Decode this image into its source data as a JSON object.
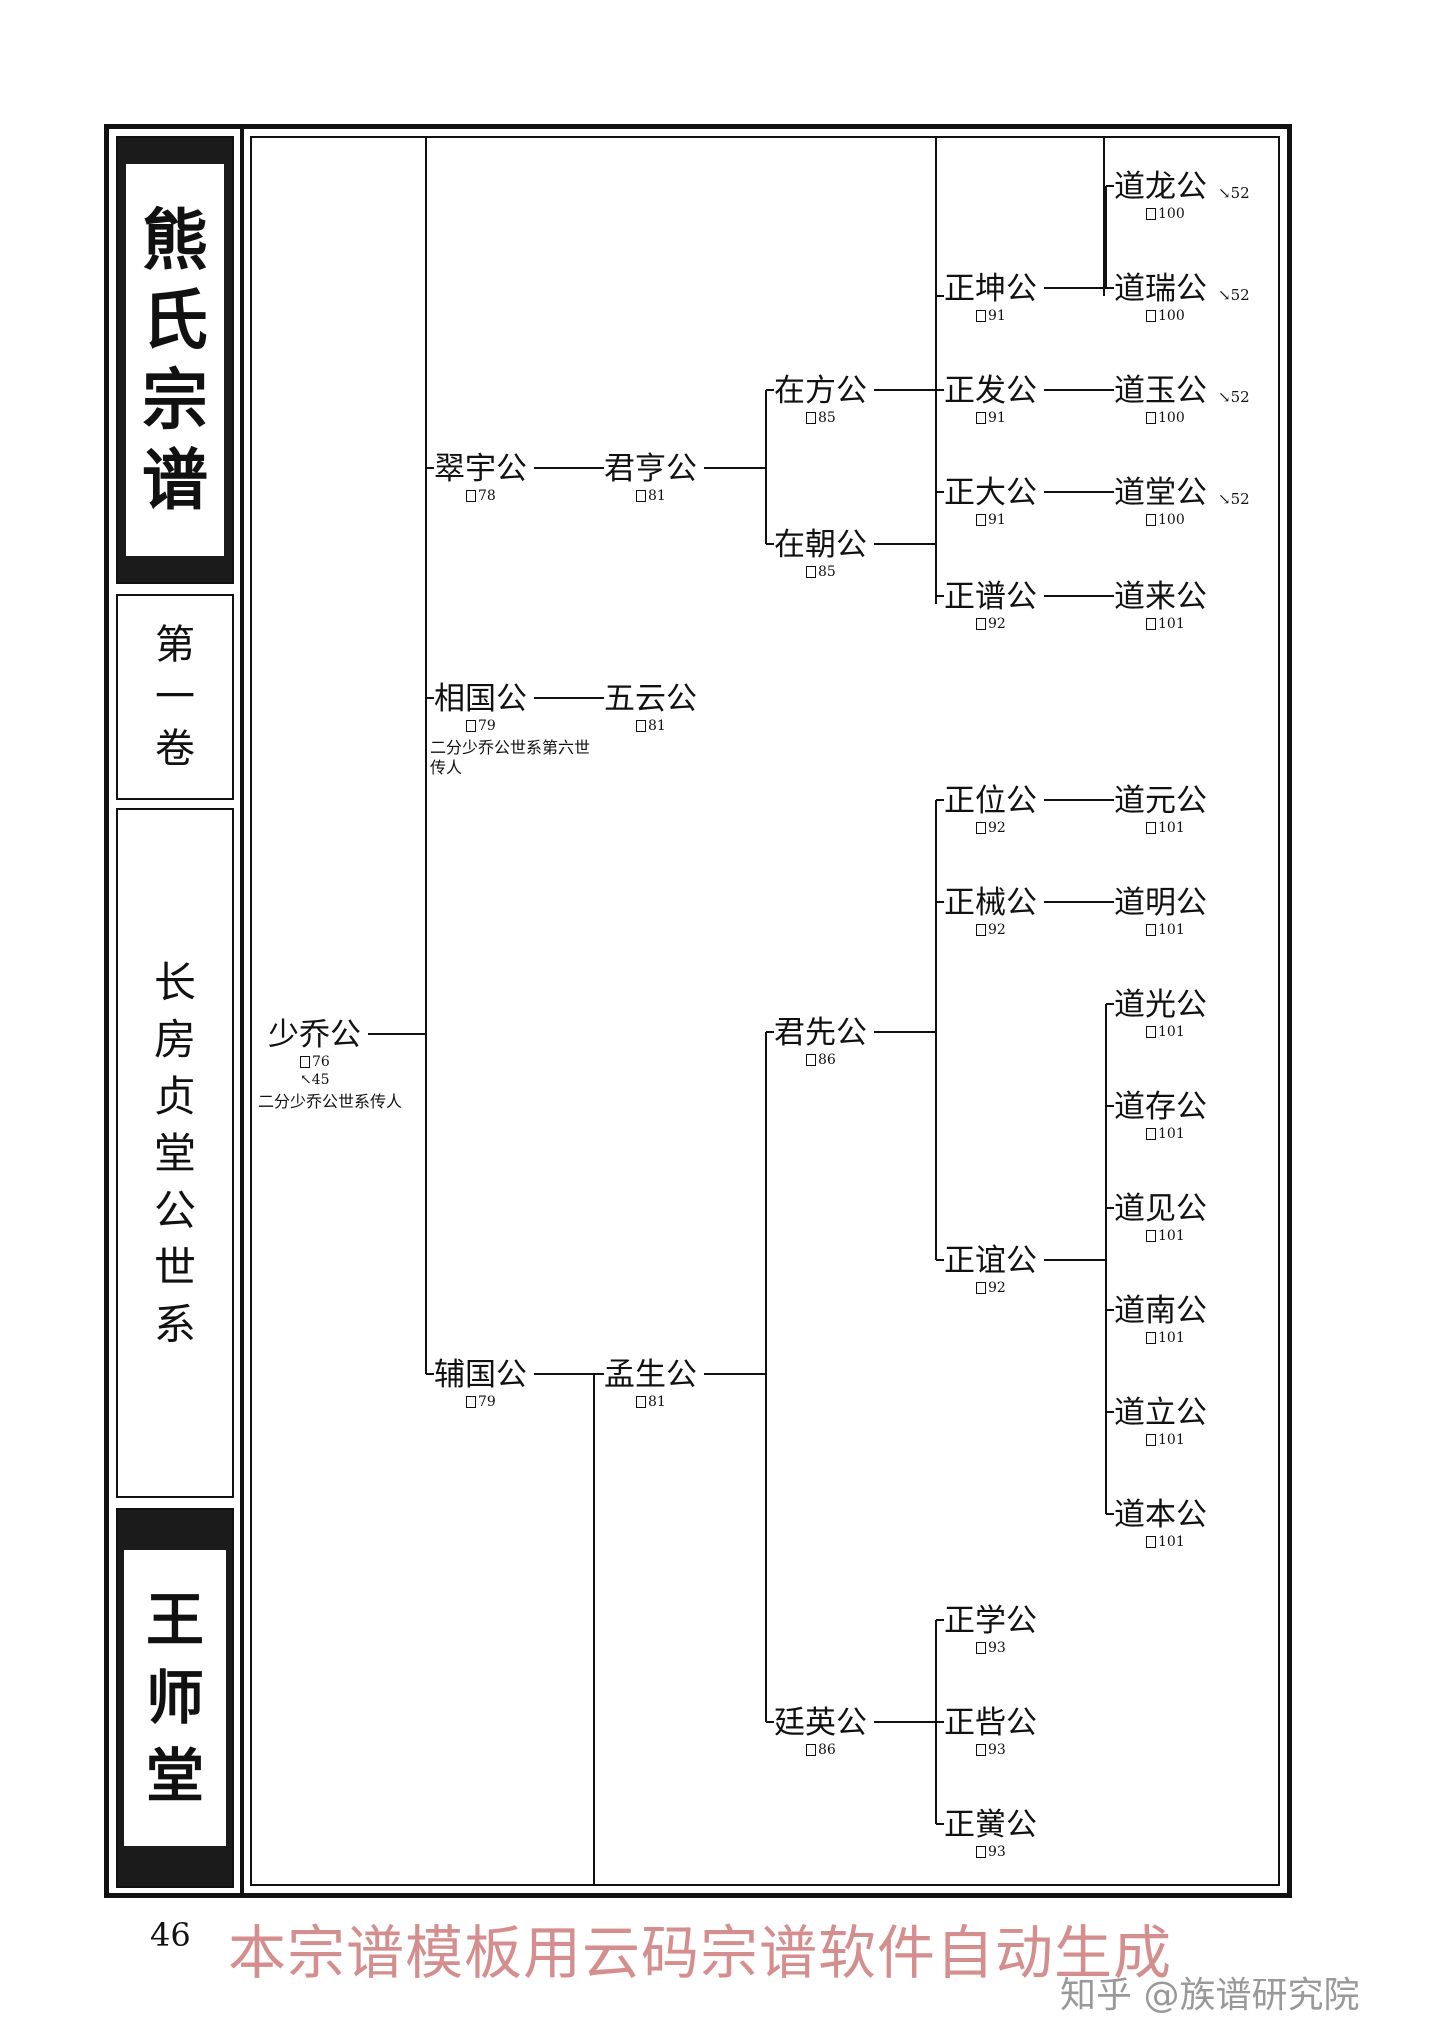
{
  "sidebar": {
    "title_chars": [
      "熊",
      "氏",
      "宗",
      "谱"
    ],
    "volume_chars": [
      "第",
      "一",
      "卷"
    ],
    "branch_chars": [
      "长",
      "房",
      "贞",
      "堂",
      "公",
      "世",
      "系"
    ],
    "hall_chars": [
      "王",
      "师",
      "堂"
    ]
  },
  "tree": {
    "nodes": [
      {
        "id": "n0",
        "name": "少乔公",
        "ref": "76",
        "ref2": "45",
        "note": "二分少乔公世系传人"
      },
      {
        "id": "n1",
        "name": "翠宇公",
        "ref": "78"
      },
      {
        "id": "n2",
        "name": "相国公",
        "ref": "79",
        "note": "二分少乔公世系第六世传人"
      },
      {
        "id": "n3",
        "name": "辅国公",
        "ref": "79"
      },
      {
        "id": "n4",
        "name": "君亨公",
        "ref": "81"
      },
      {
        "id": "n5",
        "name": "五云公",
        "ref": "81"
      },
      {
        "id": "n6",
        "name": "孟生公",
        "ref": "81"
      },
      {
        "id": "n7",
        "name": "在方公",
        "ref": "85"
      },
      {
        "id": "n8",
        "name": "在朝公",
        "ref": "85"
      },
      {
        "id": "n9",
        "name": "君先公",
        "ref": "86"
      },
      {
        "id": "n10",
        "name": "廷英公",
        "ref": "86"
      },
      {
        "id": "n11",
        "name": "正坤公",
        "ref": "91"
      },
      {
        "id": "n12",
        "name": "正发公",
        "ref": "91"
      },
      {
        "id": "n13",
        "name": "正大公",
        "ref": "91"
      },
      {
        "id": "n14",
        "name": "正谱公",
        "ref": "92"
      },
      {
        "id": "n15",
        "name": "正位公",
        "ref": "92"
      },
      {
        "id": "n16",
        "name": "正械公",
        "ref": "92"
      },
      {
        "id": "n17",
        "name": "正谊公",
        "ref": "92"
      },
      {
        "id": "n18",
        "name": "正学公",
        "ref": "93"
      },
      {
        "id": "n19",
        "name": "正呰公",
        "ref": "93"
      },
      {
        "id": "n20",
        "name": "正黉公",
        "ref": "93"
      },
      {
        "id": "n21",
        "name": "道龙公",
        "ref": "100",
        "link": "52"
      },
      {
        "id": "n22",
        "name": "道瑞公",
        "ref": "100",
        "link": "52"
      },
      {
        "id": "n23",
        "name": "道玉公",
        "ref": "100",
        "link": "52"
      },
      {
        "id": "n24",
        "name": "道堂公",
        "ref": "100",
        "link": "52"
      },
      {
        "id": "n25",
        "name": "道来公",
        "ref": "101"
      },
      {
        "id": "n26",
        "name": "道元公",
        "ref": "101"
      },
      {
        "id": "n27",
        "name": "道明公",
        "ref": "101"
      },
      {
        "id": "n28",
        "name": "道光公",
        "ref": "101"
      },
      {
        "id": "n29",
        "name": "道存公",
        "ref": "101"
      },
      {
        "id": "n30",
        "name": "道见公",
        "ref": "101"
      },
      {
        "id": "n31",
        "name": "道南公",
        "ref": "101"
      },
      {
        "id": "n32",
        "name": "道立公",
        "ref": "101"
      },
      {
        "id": "n33",
        "name": "道本公",
        "ref": "101"
      }
    ]
  },
  "footer": {
    "page_number": "46",
    "watermark": "本宗谱模板用云码宗谱软件自动生成",
    "credit": "知乎 @族谱研究院"
  }
}
